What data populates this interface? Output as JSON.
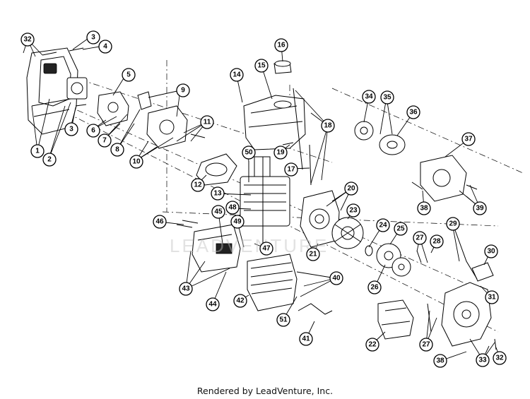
{
  "footer": "Rendered by LeadVenture, Inc.",
  "watermark": "LEADVENTURE",
  "callouts": [
    "1",
    "2",
    "3",
    "4",
    "5",
    "6",
    "7",
    "8",
    "9",
    "10",
    "11",
    "12",
    "13",
    "14",
    "15",
    "16",
    "17",
    "18",
    "19",
    "20",
    "21",
    "22",
    "23",
    "24",
    "25",
    "26",
    "27",
    "28",
    "29",
    "30",
    "31",
    "32",
    "33",
    "34",
    "35",
    "36",
    "37",
    "38",
    "39",
    "40",
    "41",
    "42",
    "43",
    "44",
    "45",
    "46",
    "47",
    "48",
    "49",
    "50",
    "51"
  ]
}
